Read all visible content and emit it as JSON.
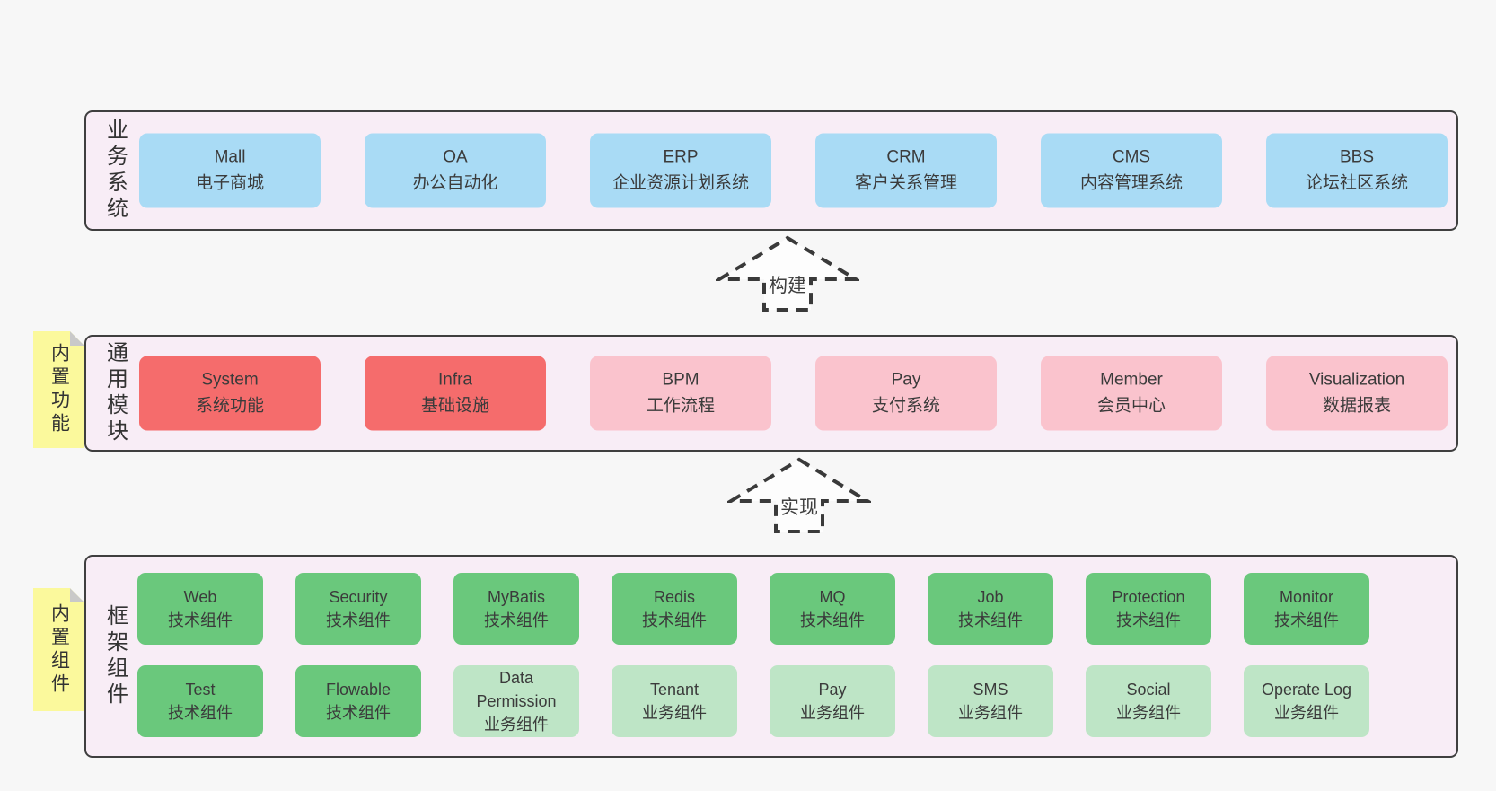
{
  "colors": {
    "page_bg": "#f7f7f7",
    "panel_bg": "#f8edf6",
    "panel_border": "#3f3f3f",
    "box_blue": "#a9dbf5",
    "box_red": "#f56c6c",
    "box_pink": "#fac3cd",
    "box_green_dark": "#6ac87c",
    "box_green_light": "#bee5c6",
    "sticky_yellow": "#fbf99c",
    "sticky_fold": "#c9c9c9",
    "text": "#3b3b3b"
  },
  "arrows": [
    {
      "label": "构建"
    },
    {
      "label": "实现"
    }
  ],
  "panels": [
    {
      "label": "业务系统",
      "boxes": [
        {
          "en": "Mall",
          "zh": "电子商城"
        },
        {
          "en": "OA",
          "zh": "办公自动化"
        },
        {
          "en": "ERP",
          "zh": "企业资源计划系统"
        },
        {
          "en": "CRM",
          "zh": "客户关系管理"
        },
        {
          "en": "CMS",
          "zh": "内容管理系统"
        },
        {
          "en": "BBS",
          "zh": "论坛社区系统"
        }
      ]
    },
    {
      "label": "通用模块",
      "sticky": "内置功能",
      "boxes": [
        {
          "en": "System",
          "zh": "系统功能"
        },
        {
          "en": "Infra",
          "zh": "基础设施"
        },
        {
          "en": "BPM",
          "zh": "工作流程"
        },
        {
          "en": "Pay",
          "zh": "支付系统"
        },
        {
          "en": "Member",
          "zh": "会员中心"
        },
        {
          "en": "Visualization",
          "zh": "数据报表"
        }
      ]
    },
    {
      "label": "框架组件",
      "sticky": "内置组件",
      "rows": [
        [
          {
            "en": "Web",
            "zh": "技术组件"
          },
          {
            "en": "Security",
            "zh": "技术组件"
          },
          {
            "en": "MyBatis",
            "zh": "技术组件"
          },
          {
            "en": "Redis",
            "zh": "技术组件"
          },
          {
            "en": "MQ",
            "zh": "技术组件"
          },
          {
            "en": "Job",
            "zh": "技术组件"
          },
          {
            "en": "Protection",
            "zh": "技术组件"
          },
          {
            "en": "Monitor",
            "zh": "技术组件"
          }
        ],
        [
          {
            "en": "Test",
            "zh": "技术组件"
          },
          {
            "en": "Flowable",
            "zh": "技术组件"
          },
          {
            "en": "Data Permission",
            "zh": "业务组件"
          },
          {
            "en": "Tenant",
            "zh": "业务组件"
          },
          {
            "en": "Pay",
            "zh": "业务组件"
          },
          {
            "en": "SMS",
            "zh": "业务组件"
          },
          {
            "en": "Social",
            "zh": "业务组件"
          },
          {
            "en": "Operate Log",
            "zh": "业务组件"
          }
        ]
      ]
    }
  ]
}
